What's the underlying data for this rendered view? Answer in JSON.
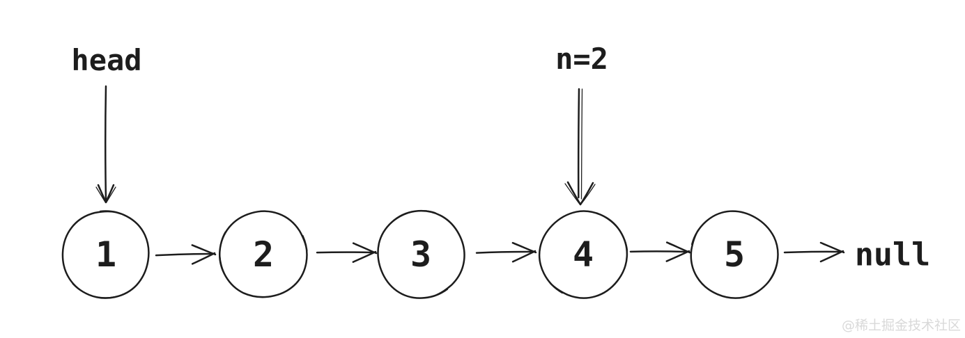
{
  "diagram": {
    "head_label": "head",
    "n_label": "n=2",
    "null_label": "null",
    "nodes": [
      {
        "value": "1"
      },
      {
        "value": "2"
      },
      {
        "value": "3"
      },
      {
        "value": "4"
      },
      {
        "value": "5"
      }
    ],
    "edges": [
      "1->2",
      "2->3",
      "3->4",
      "4->5",
      "5->null"
    ],
    "head_points_to": "1",
    "n_points_to": "4"
  },
  "watermark": {
    "text": "@稀土掘金技术社区",
    "color": "#d9d9d9"
  },
  "colors": {
    "ink": "#1d1d1d",
    "background": "#ffffff"
  }
}
